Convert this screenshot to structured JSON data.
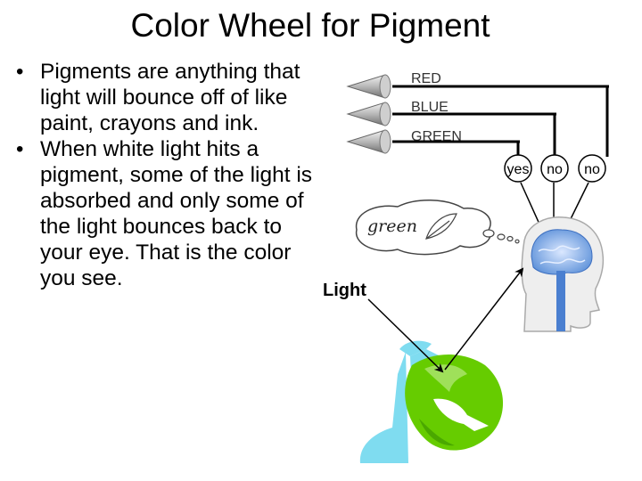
{
  "slide": {
    "title": "Color Wheel for Pigment",
    "bullets": [
      "Pigments are anything that light will bounce off of like paint, crayons and ink.",
      "When white light hits a pigment, some of the light is absorbed and only some of the light bounces back to your eye. That is the color you see."
    ],
    "bullet_symbol": "•"
  },
  "diagram": {
    "cone_labels": [
      "RED",
      "BLUE",
      "GREEN"
    ],
    "responses": [
      "yes",
      "no",
      "no"
    ],
    "thought_text": "green",
    "light_label": "Light"
  },
  "colors": {
    "leaf_green": "#66cc00",
    "person_blue": "#7fdcf0",
    "brain_blue": "#5a8fd8"
  }
}
